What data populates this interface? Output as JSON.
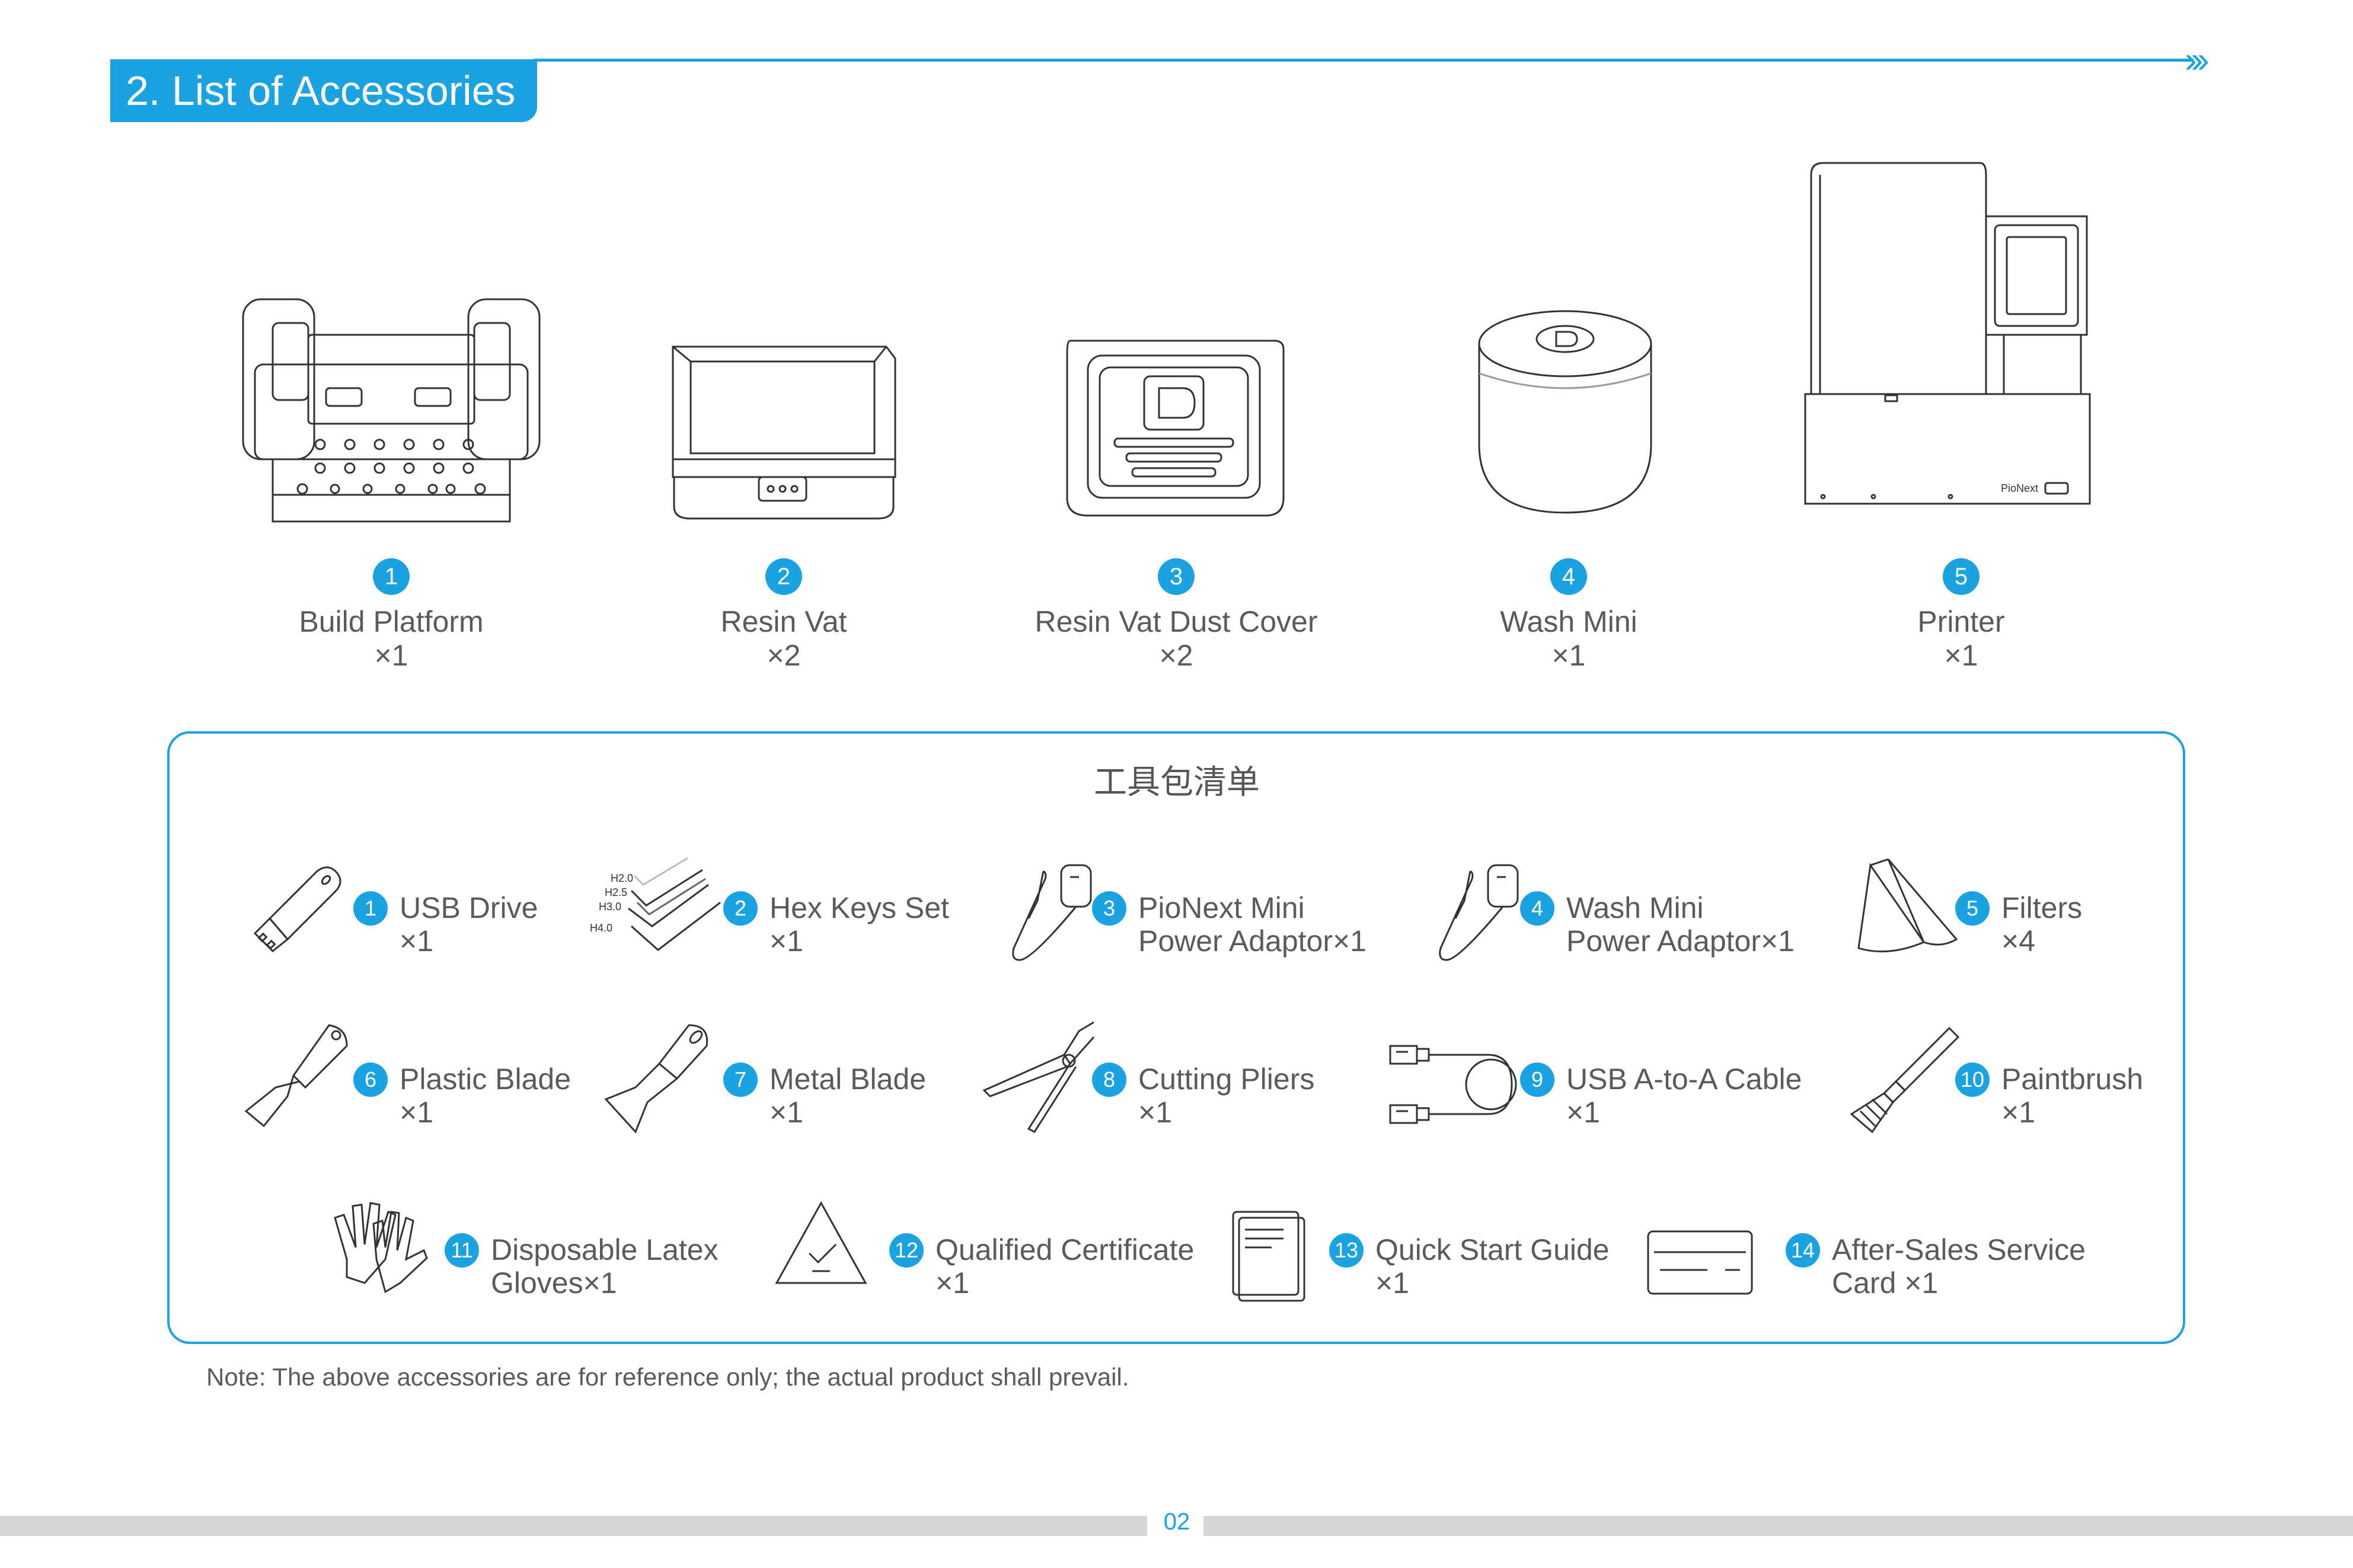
{
  "header": {
    "title": "2. List of Accessories",
    "chevrons": "›››"
  },
  "accent_color": "#1aa3e0",
  "main_items": [
    {
      "num": "1",
      "name": "Build Platform",
      "qty": "×1",
      "icon": "build-platform-icon"
    },
    {
      "num": "2",
      "name": "Resin Vat",
      "qty": "×2",
      "icon": "resin-vat-icon"
    },
    {
      "num": "3",
      "name": "Resin Vat Dust Cover",
      "qty": "×2",
      "icon": "dust-cover-icon"
    },
    {
      "num": "4",
      "name": "Wash Mini",
      "qty": "×1",
      "icon": "wash-mini-icon"
    },
    {
      "num": "5",
      "name": "Printer",
      "qty": "×1",
      "icon": "printer-icon",
      "brand_text": "PioNext"
    }
  ],
  "toolkit": {
    "title": "工具包清单",
    "hex_sizes": [
      "H2.0",
      "H2.5",
      "H3.0",
      "H4.0"
    ],
    "items": [
      {
        "num": "1",
        "line1": "USB Drive",
        "line2": "×1",
        "icon": "usb-drive-icon"
      },
      {
        "num": "2",
        "line1": "Hex Keys Set",
        "line2": "×1",
        "icon": "hex-keys-icon"
      },
      {
        "num": "3",
        "line1": "PioNext Mini",
        "line2": "Power Adaptor×1",
        "icon": "power-adaptor-icon"
      },
      {
        "num": "4",
        "line1": "Wash Mini",
        "line2": "Power Adaptor×1",
        "icon": "power-adaptor-icon"
      },
      {
        "num": "5",
        "line1": "Filters",
        "line2": "×4",
        "icon": "filter-icon"
      },
      {
        "num": "6",
        "line1": "Plastic Blade",
        "line2": "×1",
        "icon": "plastic-blade-icon"
      },
      {
        "num": "7",
        "line1": "Metal Blade",
        "line2": "×1",
        "icon": "metal-blade-icon"
      },
      {
        "num": "8",
        "line1": "Cutting Pliers",
        "line2": "×1",
        "icon": "cutting-pliers-icon"
      },
      {
        "num": "9",
        "line1": "USB A-to-A Cable",
        "line2": "×1",
        "icon": "usb-cable-icon"
      },
      {
        "num": "10",
        "line1": "Paintbrush",
        "line2": "×1",
        "icon": "paintbrush-icon"
      },
      {
        "num": "11",
        "line1": "Disposable Latex",
        "line2": "Gloves×1",
        "icon": "gloves-icon"
      },
      {
        "num": "12",
        "line1": "Qualified Certificate",
        "line2": "×1",
        "icon": "certificate-icon"
      },
      {
        "num": "13",
        "line1": "Quick Start Guide",
        "line2": "×1",
        "icon": "guide-booklet-icon"
      },
      {
        "num": "14",
        "line1": "After-Sales Service",
        "line2": "Card ×1",
        "icon": "service-card-icon"
      }
    ]
  },
  "note": "Note: The above accessories are for reference only; the actual product shall prevail.",
  "footer": {
    "page_number": "02"
  }
}
